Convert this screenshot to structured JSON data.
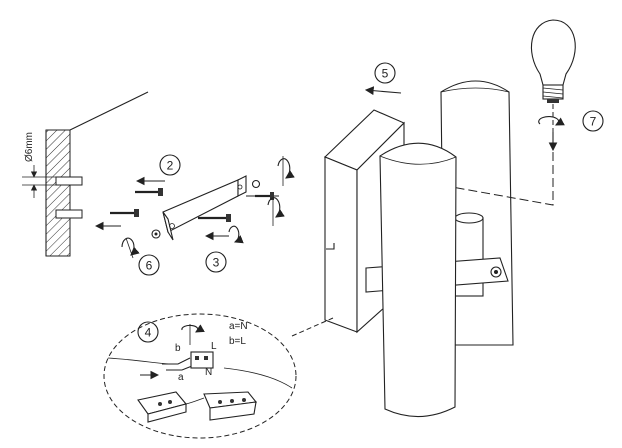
{
  "dimension_label": "Ø6mm",
  "steps": [
    "2",
    "3",
    "4",
    "5",
    "6",
    "7"
  ],
  "wiring": {
    "legend_n": "a=N",
    "legend_l": "b=L",
    "wire_a": "a",
    "wire_b": "b",
    "term_l": "L",
    "term_n": "N"
  },
  "icons": [
    "screwdriver-rotation-icon",
    "bulb-rotation-icon",
    "direction-arrow-icon"
  ]
}
